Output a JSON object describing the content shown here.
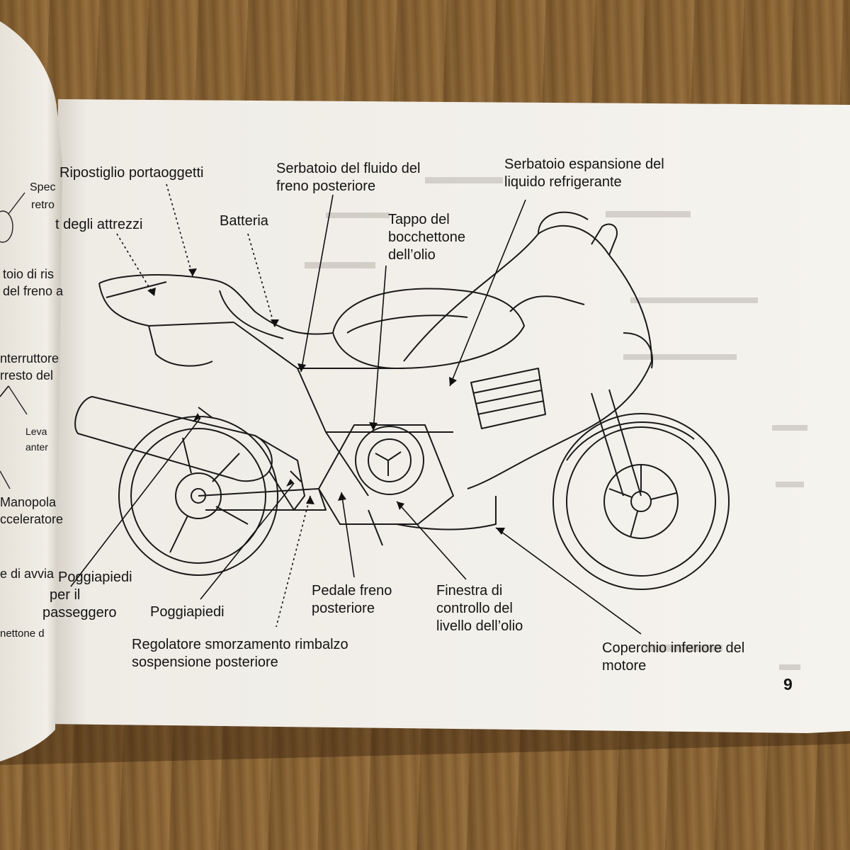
{
  "left_page": {
    "fragments": [
      "Spec",
      "retro",
      "t degli attrezzi",
      "toio di ris",
      "del freno a",
      "nterruttore",
      "rresto del",
      "Leva",
      "anter",
      "Manopola",
      "cceleratore",
      "e di avvia",
      "nettone d"
    ]
  },
  "callouts": {
    "ripostiglio": "Ripostiglio portaoggetti",
    "serbatoio_freno": [
      "Serbatoio del fluido del",
      "freno posteriore"
    ],
    "serbatoio_refrigerante": [
      "Serbatoio espansione del",
      "liquido refrigerante"
    ],
    "batteria": "Batteria",
    "tappo_olio": [
      "Tappo del",
      "bocchettone",
      "dell’olio"
    ],
    "poggiapiedi_passeggero": [
      "Poggiapiedi",
      "per il",
      "passeggero"
    ],
    "poggiapiedi": "Poggiapiedi",
    "pedale_freno": [
      "Pedale freno",
      "posteriore"
    ],
    "finestra_olio": [
      "Finestra di",
      "controllo del",
      "livello dell’olio"
    ],
    "regolatore": [
      "Regolatore smorzamento rimbalzo",
      "sospensione posteriore"
    ],
    "coperchio": [
      "Coperchio inferiore del",
      "motore"
    ]
  },
  "page_number": "9",
  "colors": {
    "paper": "#f3f1ec",
    "ink": "#141414",
    "wood": "#8a6434"
  }
}
